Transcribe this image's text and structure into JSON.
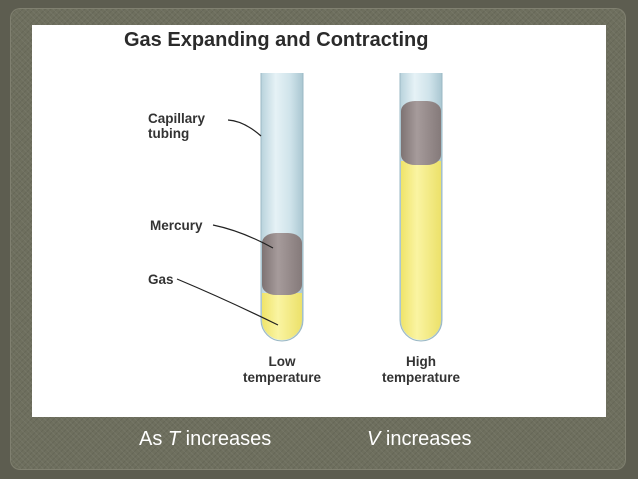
{
  "title": "Gas Expanding and Contracting",
  "labels": {
    "capillary_line1": "Capillary",
    "capillary_line2": "tubing",
    "mercury": "Mercury",
    "gas": "Gas"
  },
  "tubes": {
    "left": {
      "line1": "Low",
      "line2": "temperature"
    },
    "right": {
      "line1": "High",
      "line2": "temperature"
    }
  },
  "caption": {
    "left_prefix": "As ",
    "left_var": "T",
    "left_suffix": " increases",
    "right_var": "V",
    "right_suffix": " increases"
  },
  "colors": {
    "tube_glass": "#cfe3ea",
    "mercury": "#9a8f8f",
    "gas": "#f3ec7a",
    "background": "#6e6f5e"
  }
}
